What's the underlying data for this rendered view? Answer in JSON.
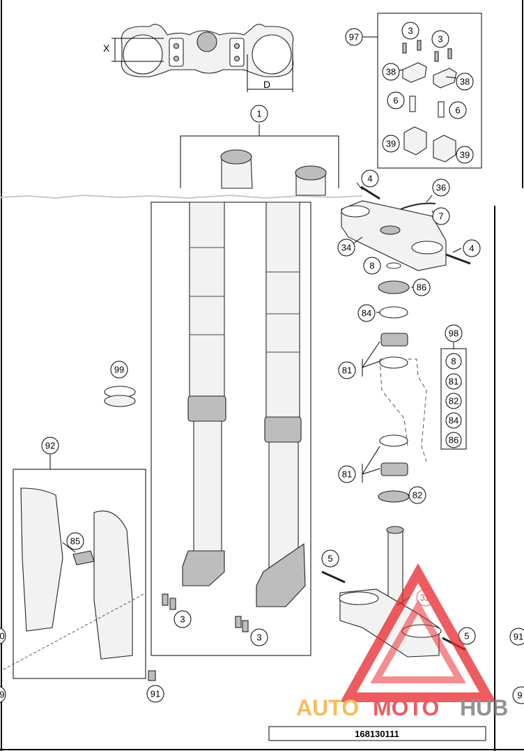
{
  "drawing_number": "168130111",
  "watermark": {
    "text_auto": "AUTO",
    "text_moto": "MOTO",
    "text_hub": "HUB",
    "color_red": "#e8262b",
    "color_orange": "#f5a623",
    "color_gray": "#6d6e70"
  },
  "dimensions": {
    "x_label": "X",
    "d_label": "D"
  },
  "callouts": {
    "c1": "1",
    "c3a": "3",
    "c3b": "3",
    "c3c": "3",
    "c3d": "3",
    "c4a": "4",
    "c4b": "4",
    "c5a": "5",
    "c5b": "5",
    "c6a": "6",
    "c6b": "6",
    "c7": "7",
    "c8": "8",
    "c32": "32",
    "c34": "34",
    "c36": "36",
    "c38a": "38",
    "c38b": "38",
    "c39a": "39",
    "c39b": "39",
    "c81a": "81",
    "c81b": "81",
    "c82": "82",
    "c84": "84",
    "c85": "85",
    "c86": "86",
    "c91a": "91",
    "c92": "92",
    "c97": "97",
    "c98": "98",
    "c99": "99"
  },
  "kit_98_items": [
    "8",
    "81",
    "82",
    "84",
    "86"
  ],
  "edge_fragments": {
    "left_a": "0",
    "left_b": "9",
    "right_a": "91",
    "right_b": "9"
  }
}
